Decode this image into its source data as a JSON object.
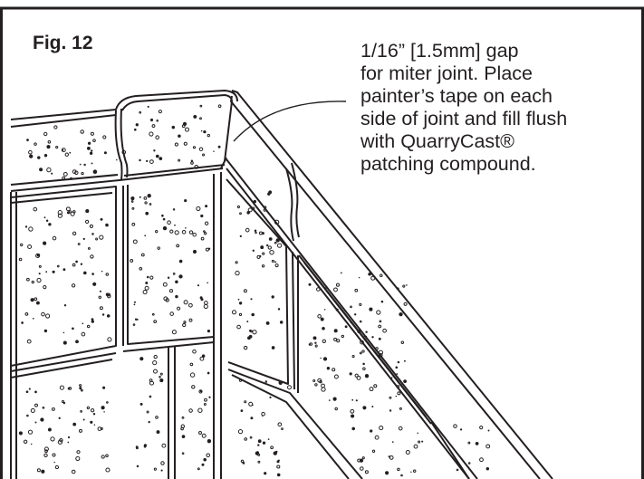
{
  "figure": {
    "label": "Fig. 12",
    "callout_lines": [
      "1/16” [1.5mm] gap",
      "for miter joint. Place",
      "painter’s tape on each",
      "side of joint and fill flush",
      "with QuarryCast®",
      "patching compound."
    ]
  },
  "colors": {
    "ink": "#231f20",
    "background": "#ffffff"
  }
}
